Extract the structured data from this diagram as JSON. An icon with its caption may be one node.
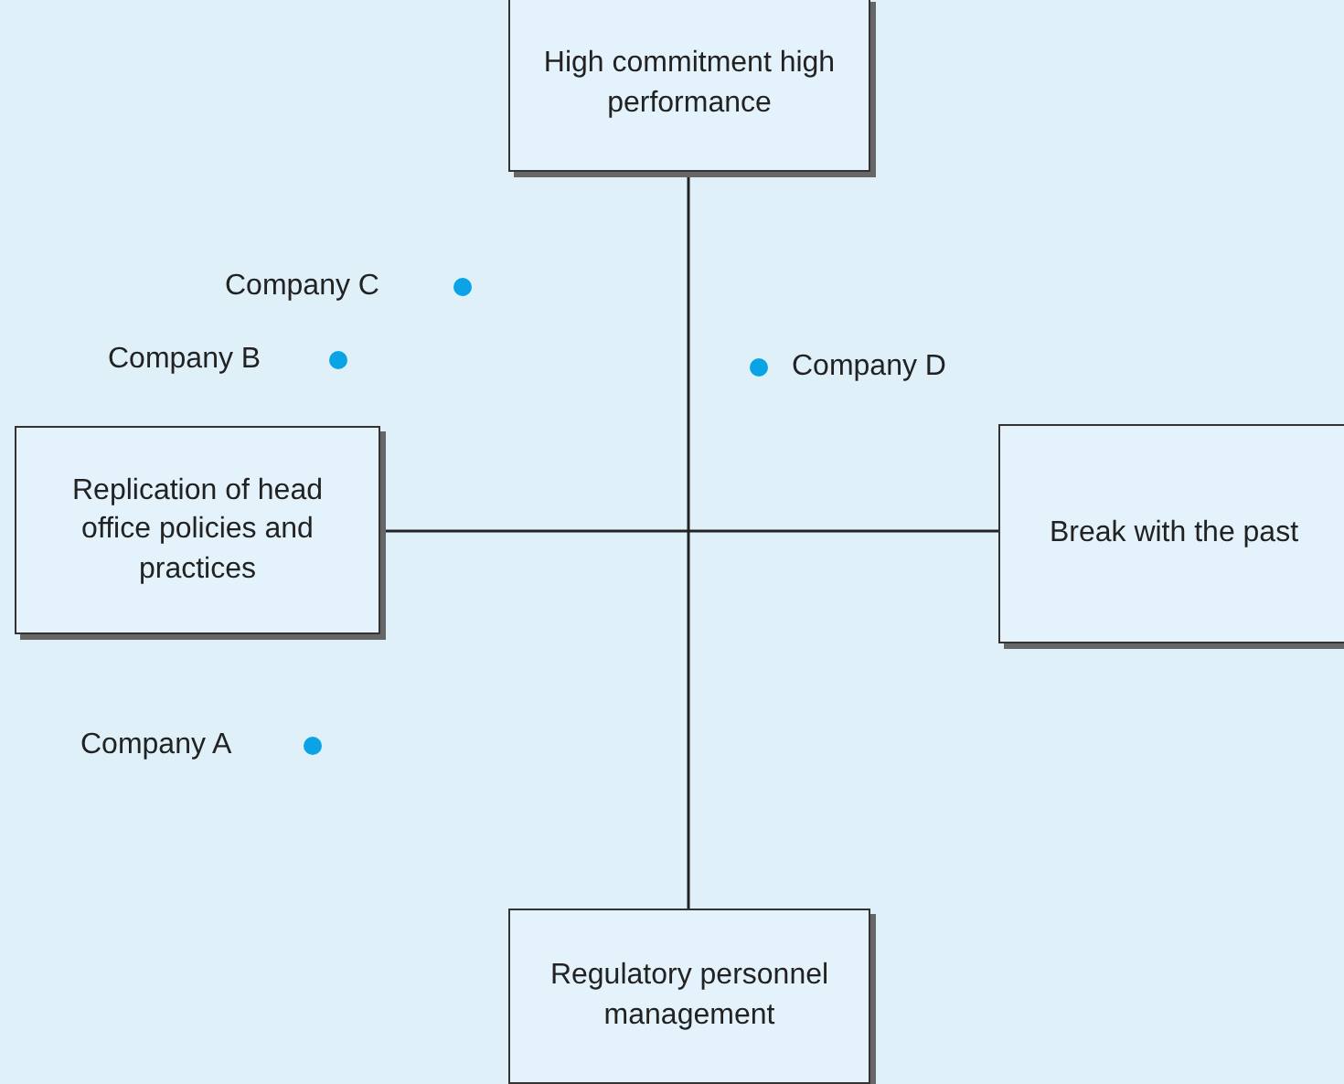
{
  "diagram": {
    "nodes": [
      {
        "text": [
          "High commitment high performance"
        ]
      },
      {
        "text": [
          "Replication of head office policies and practices"
        ]
      },
      {
        "text": [
          "Break with the past"
        ]
      },
      {
        "text": [
          "Regulatory personnel management"
        ]
      }
    ],
    "edges": [
      {
        "from": 0,
        "to": 3,
        "arrow": "none"
      },
      {
        "from": 1,
        "to": 2,
        "arrow": "none"
      }
    ],
    "labels": [
      "Company C",
      "Company B",
      "Company D",
      "Company A"
    ]
  }
}
